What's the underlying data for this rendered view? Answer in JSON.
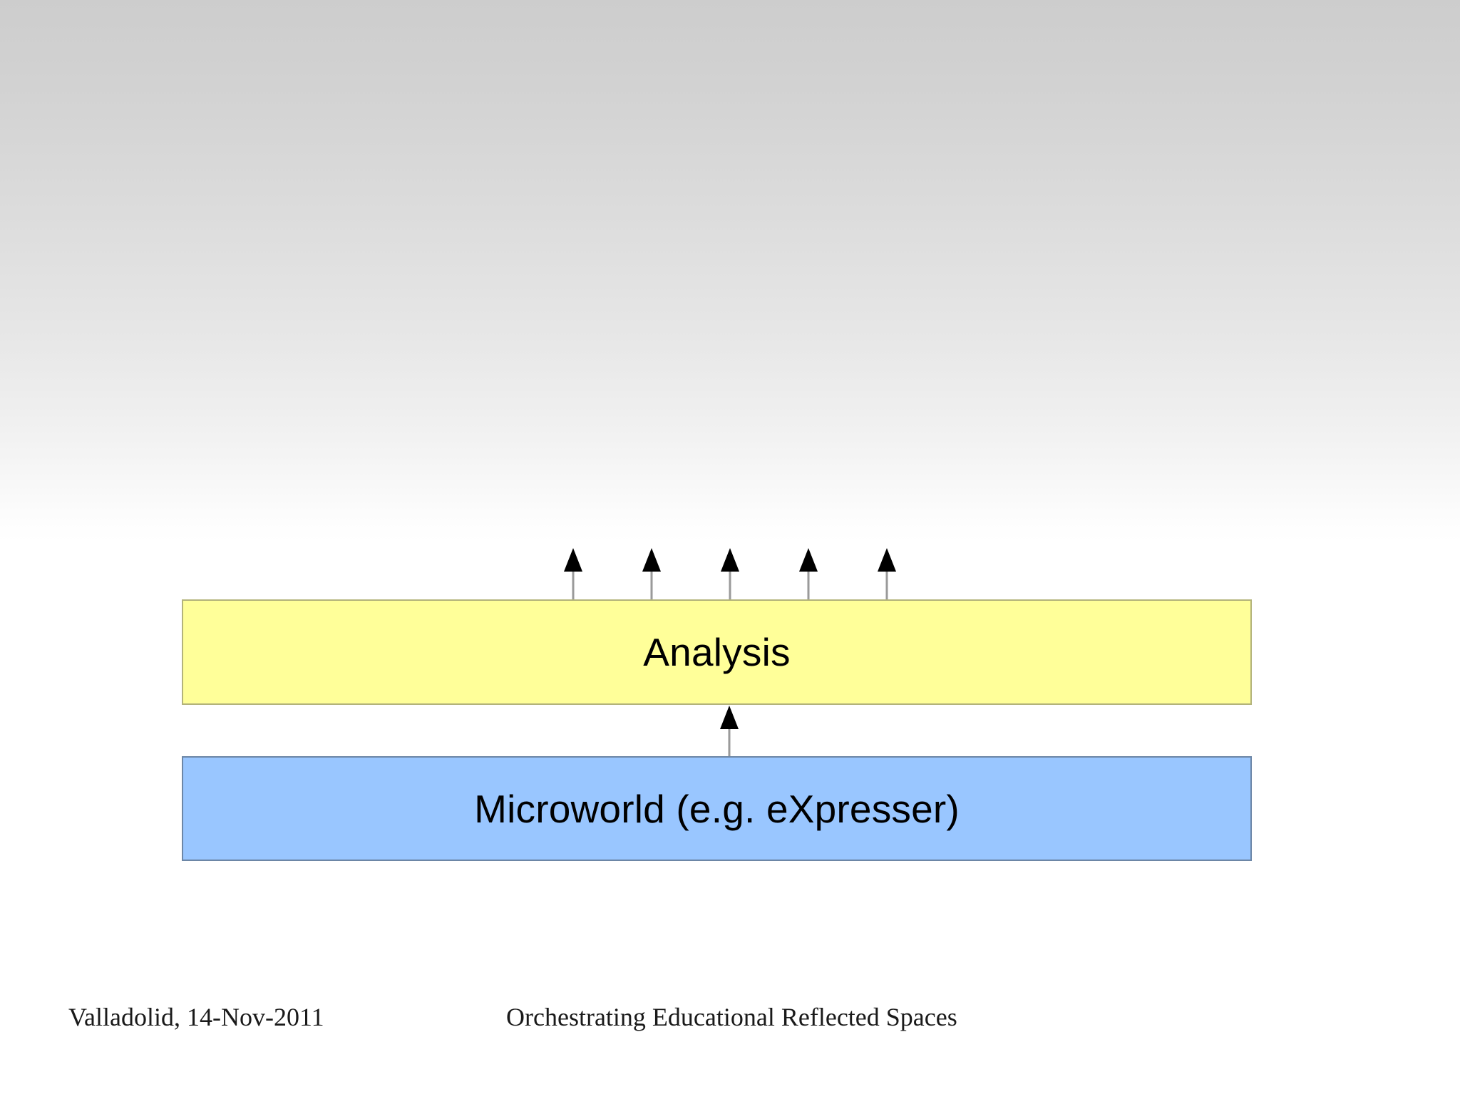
{
  "slide": {
    "background": {
      "type": "vertical-gradient",
      "from": "#cdcdcd",
      "to": "#ffffff"
    }
  },
  "diagram": {
    "type": "layered-block-diagram",
    "blocks": [
      {
        "id": "analysis",
        "label": "Analysis",
        "fill": "#ffff99",
        "stroke": "#b3b37a",
        "layer": 2
      },
      {
        "id": "microworld",
        "label": "Microworld (e.g. eXpresser)",
        "fill": "#99c6ff",
        "stroke": "#6c86a6",
        "layer": 1
      }
    ],
    "connectors": {
      "microworld_to_analysis": {
        "count": 1,
        "direction": "up",
        "color": "#000000",
        "from": "microworld",
        "to": "analysis"
      },
      "analysis_outputs": {
        "count": 5,
        "direction": "up",
        "color": "#000000",
        "from": "analysis",
        "to": ""
      }
    }
  },
  "footer": {
    "left": "Valladolid, 14-Nov-2011",
    "center": "Orchestrating Educational Reflected Spaces"
  }
}
